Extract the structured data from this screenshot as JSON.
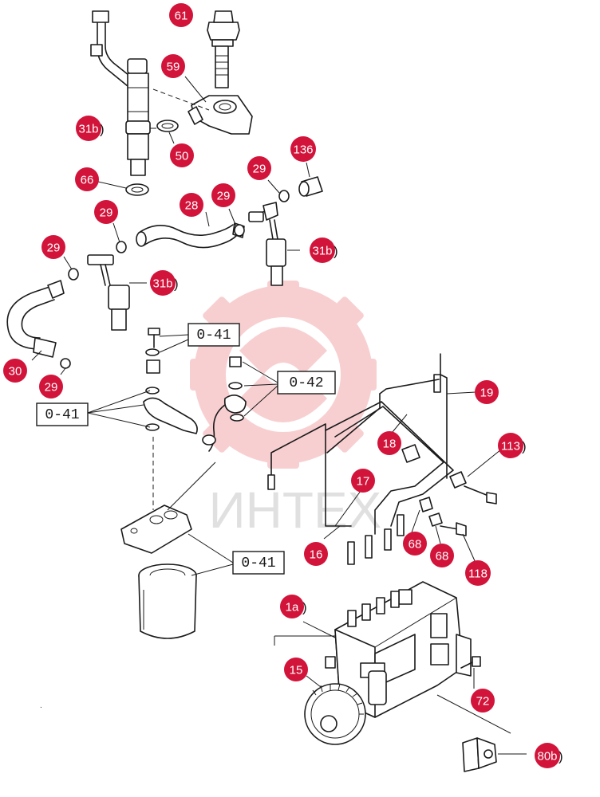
{
  "watermark": {
    "text": "ИНТЕХ",
    "color": "#f2a0a4"
  },
  "callout_color": "#d2143a",
  "callouts": [
    {
      "id": "61",
      "label": "61",
      "suffix": ""
    },
    {
      "id": "59",
      "label": "59",
      "suffix": ""
    },
    {
      "id": "31b-a",
      "label": "31b",
      "suffix": ")"
    },
    {
      "id": "50",
      "label": "50",
      "suffix": ""
    },
    {
      "id": "136",
      "label": "136",
      "suffix": ""
    },
    {
      "id": "29-a",
      "label": "29",
      "suffix": ""
    },
    {
      "id": "66",
      "label": "66",
      "suffix": ""
    },
    {
      "id": "28",
      "label": "28",
      "suffix": ""
    },
    {
      "id": "29-b",
      "label": "29",
      "suffix": ""
    },
    {
      "id": "29-c",
      "label": "29",
      "suffix": ""
    },
    {
      "id": "29-d",
      "label": "29",
      "suffix": ""
    },
    {
      "id": "31b-b",
      "label": "31b",
      "suffix": ")"
    },
    {
      "id": "31b-c",
      "label": "31b",
      "suffix": ")"
    },
    {
      "id": "30",
      "label": "30",
      "suffix": ""
    },
    {
      "id": "29-e",
      "label": "29",
      "suffix": ""
    },
    {
      "id": "19",
      "label": "19",
      "suffix": ""
    },
    {
      "id": "18",
      "label": "18",
      "suffix": ""
    },
    {
      "id": "113",
      "label": "113",
      "suffix": ")"
    },
    {
      "id": "17",
      "label": "17",
      "suffix": ""
    },
    {
      "id": "16",
      "label": "16",
      "suffix": ""
    },
    {
      "id": "68-a",
      "label": "68",
      "suffix": ""
    },
    {
      "id": "68-b",
      "label": "68",
      "suffix": ""
    },
    {
      "id": "118",
      "label": "118",
      "suffix": ""
    },
    {
      "id": "1a",
      "label": "1a",
      "suffix": ")"
    },
    {
      "id": "15",
      "label": "15",
      "suffix": ""
    },
    {
      "id": "72",
      "label": "72",
      "suffix": ""
    },
    {
      "id": "80b",
      "label": "80b",
      "suffix": ")"
    }
  ],
  "references": [
    {
      "id": "ref-a",
      "label": "0-41"
    },
    {
      "id": "ref-b",
      "label": "0-42"
    },
    {
      "id": "ref-c",
      "label": "0-41"
    },
    {
      "id": "ref-d",
      "label": "0-41"
    }
  ]
}
